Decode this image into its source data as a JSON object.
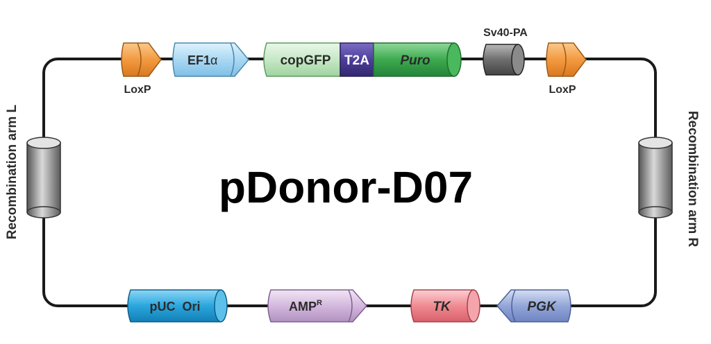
{
  "title": "pDonor-D07",
  "elements": {
    "loxp_left": "LoxP",
    "ef1a": "EF1",
    "ef1a_greek": "α",
    "copgfp": "copGFP",
    "t2a": "T2A",
    "puro": "Puro",
    "sv40pa": "Sv40-PA",
    "loxp_right": "LoxP",
    "puc_ori": "pUC  Ori",
    "amp": "AMP",
    "amp_sup": "R",
    "tk": "TK",
    "pgk": "PGK",
    "arm_left": "Recombination arm L",
    "arm_right": "Recombination arm R"
  },
  "colors": {
    "loxp": "#f4a04a",
    "ef1a": "#a9d8f3",
    "copgfp": "#c6e8c6",
    "t2a": "#4e3f9a",
    "puro": "#3daa4f",
    "sv40pa": "#6e6e6e",
    "puc_ori": "#2aa6de",
    "amp": "#d4b8de",
    "tk": "#f08a92",
    "pgk": "#93a6d8",
    "arm": "#8c8c8c"
  }
}
